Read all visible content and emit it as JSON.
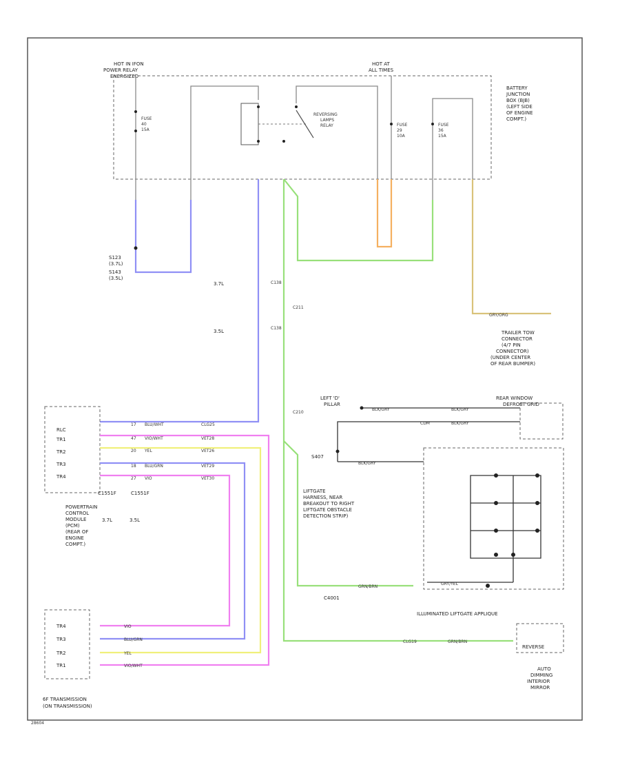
{
  "labels": {
    "hot_ign_1": "HOT IN IFON",
    "hot_ign_2": "POWER RELAY",
    "hot_ign_3": "ENERGIZED",
    "hot_at_1": "HOT AT",
    "hot_at_2": "ALL TIMES",
    "fuse_1a": "FUSE",
    "fuse_1b": "40",
    "fuse_1c": "15A",
    "fuse_2a": "FUSE",
    "fuse_2b": "29",
    "fuse_2c": "10A",
    "fuse_3a": "FUSE",
    "fuse_3b": "36",
    "fuse_3c": "15A",
    "relay_1": "REVERSING",
    "relay_2": "LAMPS",
    "relay_3": "RELAY",
    "bjb_1": "BATTERY",
    "bjb_2": "JUNCTION",
    "bjb_3": "BOX (BJB)",
    "bjb_4": "(LEFT SIDE",
    "bjb_5": "OF ENGINE",
    "bjb_6": "COMPT.)",
    "s_1": "S123",
    "s_2": "(3.7L)",
    "s_3": "S143",
    "s_4": "(3.5L)",
    "l37": "3.7L",
    "l35": "3.5L",
    "c1": "C138",
    "c2": "C138",
    "c3": "C211",
    "c4": "C210",
    "trailer_1": "TRAILER TOW",
    "trailer_2": "CONNECTOR",
    "trailer_3": "(4/7 PIN",
    "trailer_4": "CONNECTOR)",
    "trailer_5": "(UNDER CENTER",
    "trailer_6": "OF REAR BUMPER)",
    "g_left_1": "LEFT 'D'",
    "g_left_2": "PILLAR",
    "rear_win_1": "REAR WINDOW",
    "rear_win_2": "DEFROST GRID",
    "pcm_pins": [
      "RLC",
      "TR1",
      "TR2",
      "TR3",
      "TR4"
    ],
    "pcm_wires": [
      "BLU/WHT",
      "VIO/WHT",
      "YEL",
      "BLU/GRN",
      "VIO"
    ],
    "pcm_nums": [
      "17",
      "47",
      "20",
      "18",
      "27"
    ],
    "pcm_circ": [
      "CLG25",
      "VET28",
      "VET26",
      "VET29",
      "VET30"
    ],
    "pcm_c1": "C1551F",
    "pcm_c2": "C1551F",
    "pcm_v1": "3.7L",
    "pcm_v2": "3.5L",
    "pcm_1": "POWERTRAIN",
    "pcm_2": "CONTROL",
    "pcm_3": "MODULE",
    "pcm_4": "(PCM)",
    "pcm_5": "(REAR OF",
    "pcm_6": "ENGINE",
    "pcm_7": "COMPT.)",
    "s_gate": "S407",
    "liftgate_1": "LIFTGATE",
    "liftgate_2": "HARNESS, NEAR",
    "liftgate_3": "BREAKOUT TO RIGHT",
    "liftgate_4": "LIFTGATE OBSTACLE",
    "liftgate_5": "DETECTION STRIP)",
    "c_bot": "C4001",
    "ill_liftgate": "ILLUMINATED LIFTGATE APPLIQUE",
    "trans_pins": [
      "TR4",
      "TR3",
      "TR2",
      "TR1"
    ],
    "trans_wires": [
      "VIO",
      "BLU/GRN",
      "YEL",
      "VIO/WHT"
    ],
    "trans_1": "6F TRANSMISSION",
    "trans_2": "(ON TRANSMISSION)",
    "reverse": "REVERSE",
    "mirror_1": "AUTO",
    "mirror_2": "DIMMING",
    "mirror_3": "INTERIOR",
    "mirror_4": "MIRROR",
    "wire_gnbrn": "GRN/BRN",
    "wire_blkgry": "BLK/GRY",
    "wire_gryyel": "GRY/YEL",
    "wire_gryorg": "GRY/ORG",
    "circ_clg19": "CLG19",
    "circ_cdm": "CDM",
    "footer": "28604"
  },
  "colors": {
    "blue": "#8f8ff5",
    "green": "#98e07a",
    "magenta": "#f07ff0",
    "yellow": "#f0f07a",
    "orange": "#f5b060",
    "tan": "#d9c27a"
  }
}
